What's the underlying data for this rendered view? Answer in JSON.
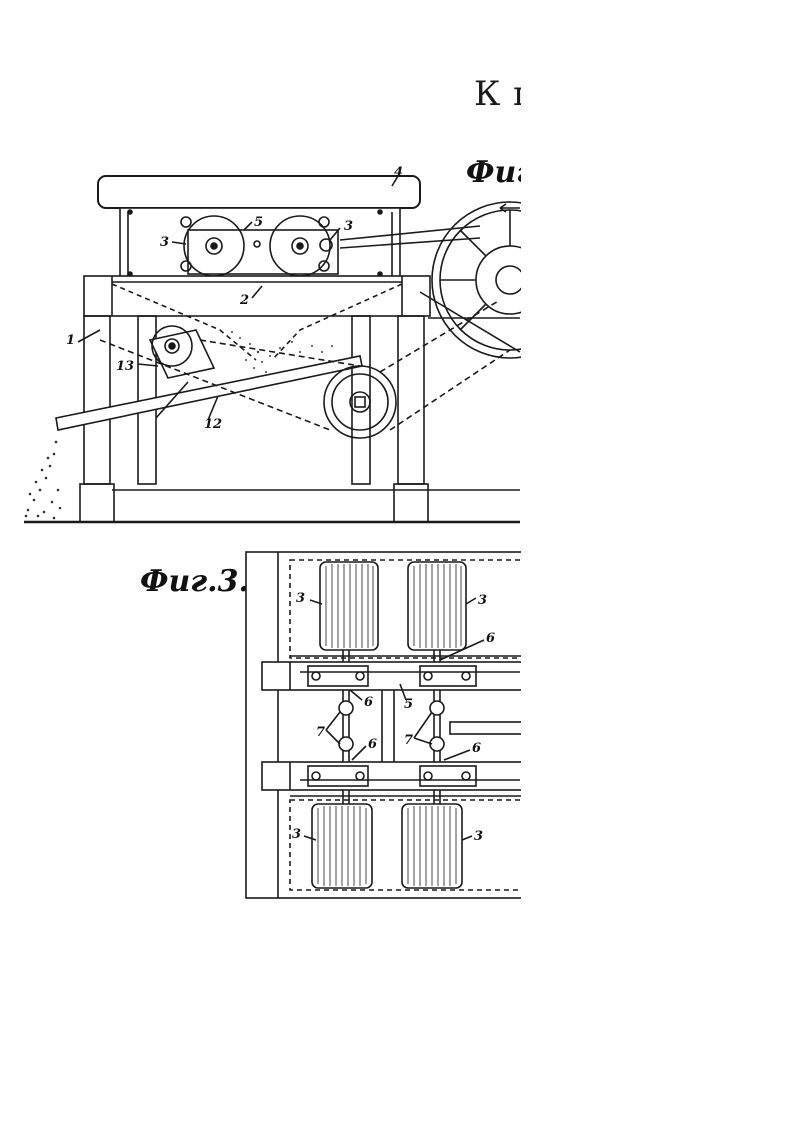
{
  "header": {
    "text": "К п."
  },
  "figures": {
    "fig1_caption": "Фиг.",
    "fig3_caption": "Фиг.3."
  },
  "labels": {
    "one": "1",
    "two": "2",
    "three": "3",
    "four": "4",
    "five": "5",
    "six": "6",
    "seven": "7",
    "twelve": "12",
    "thirteen": "13"
  },
  "colors": {
    "ink": "#1a1a1a",
    "paper": "#ffffff"
  }
}
